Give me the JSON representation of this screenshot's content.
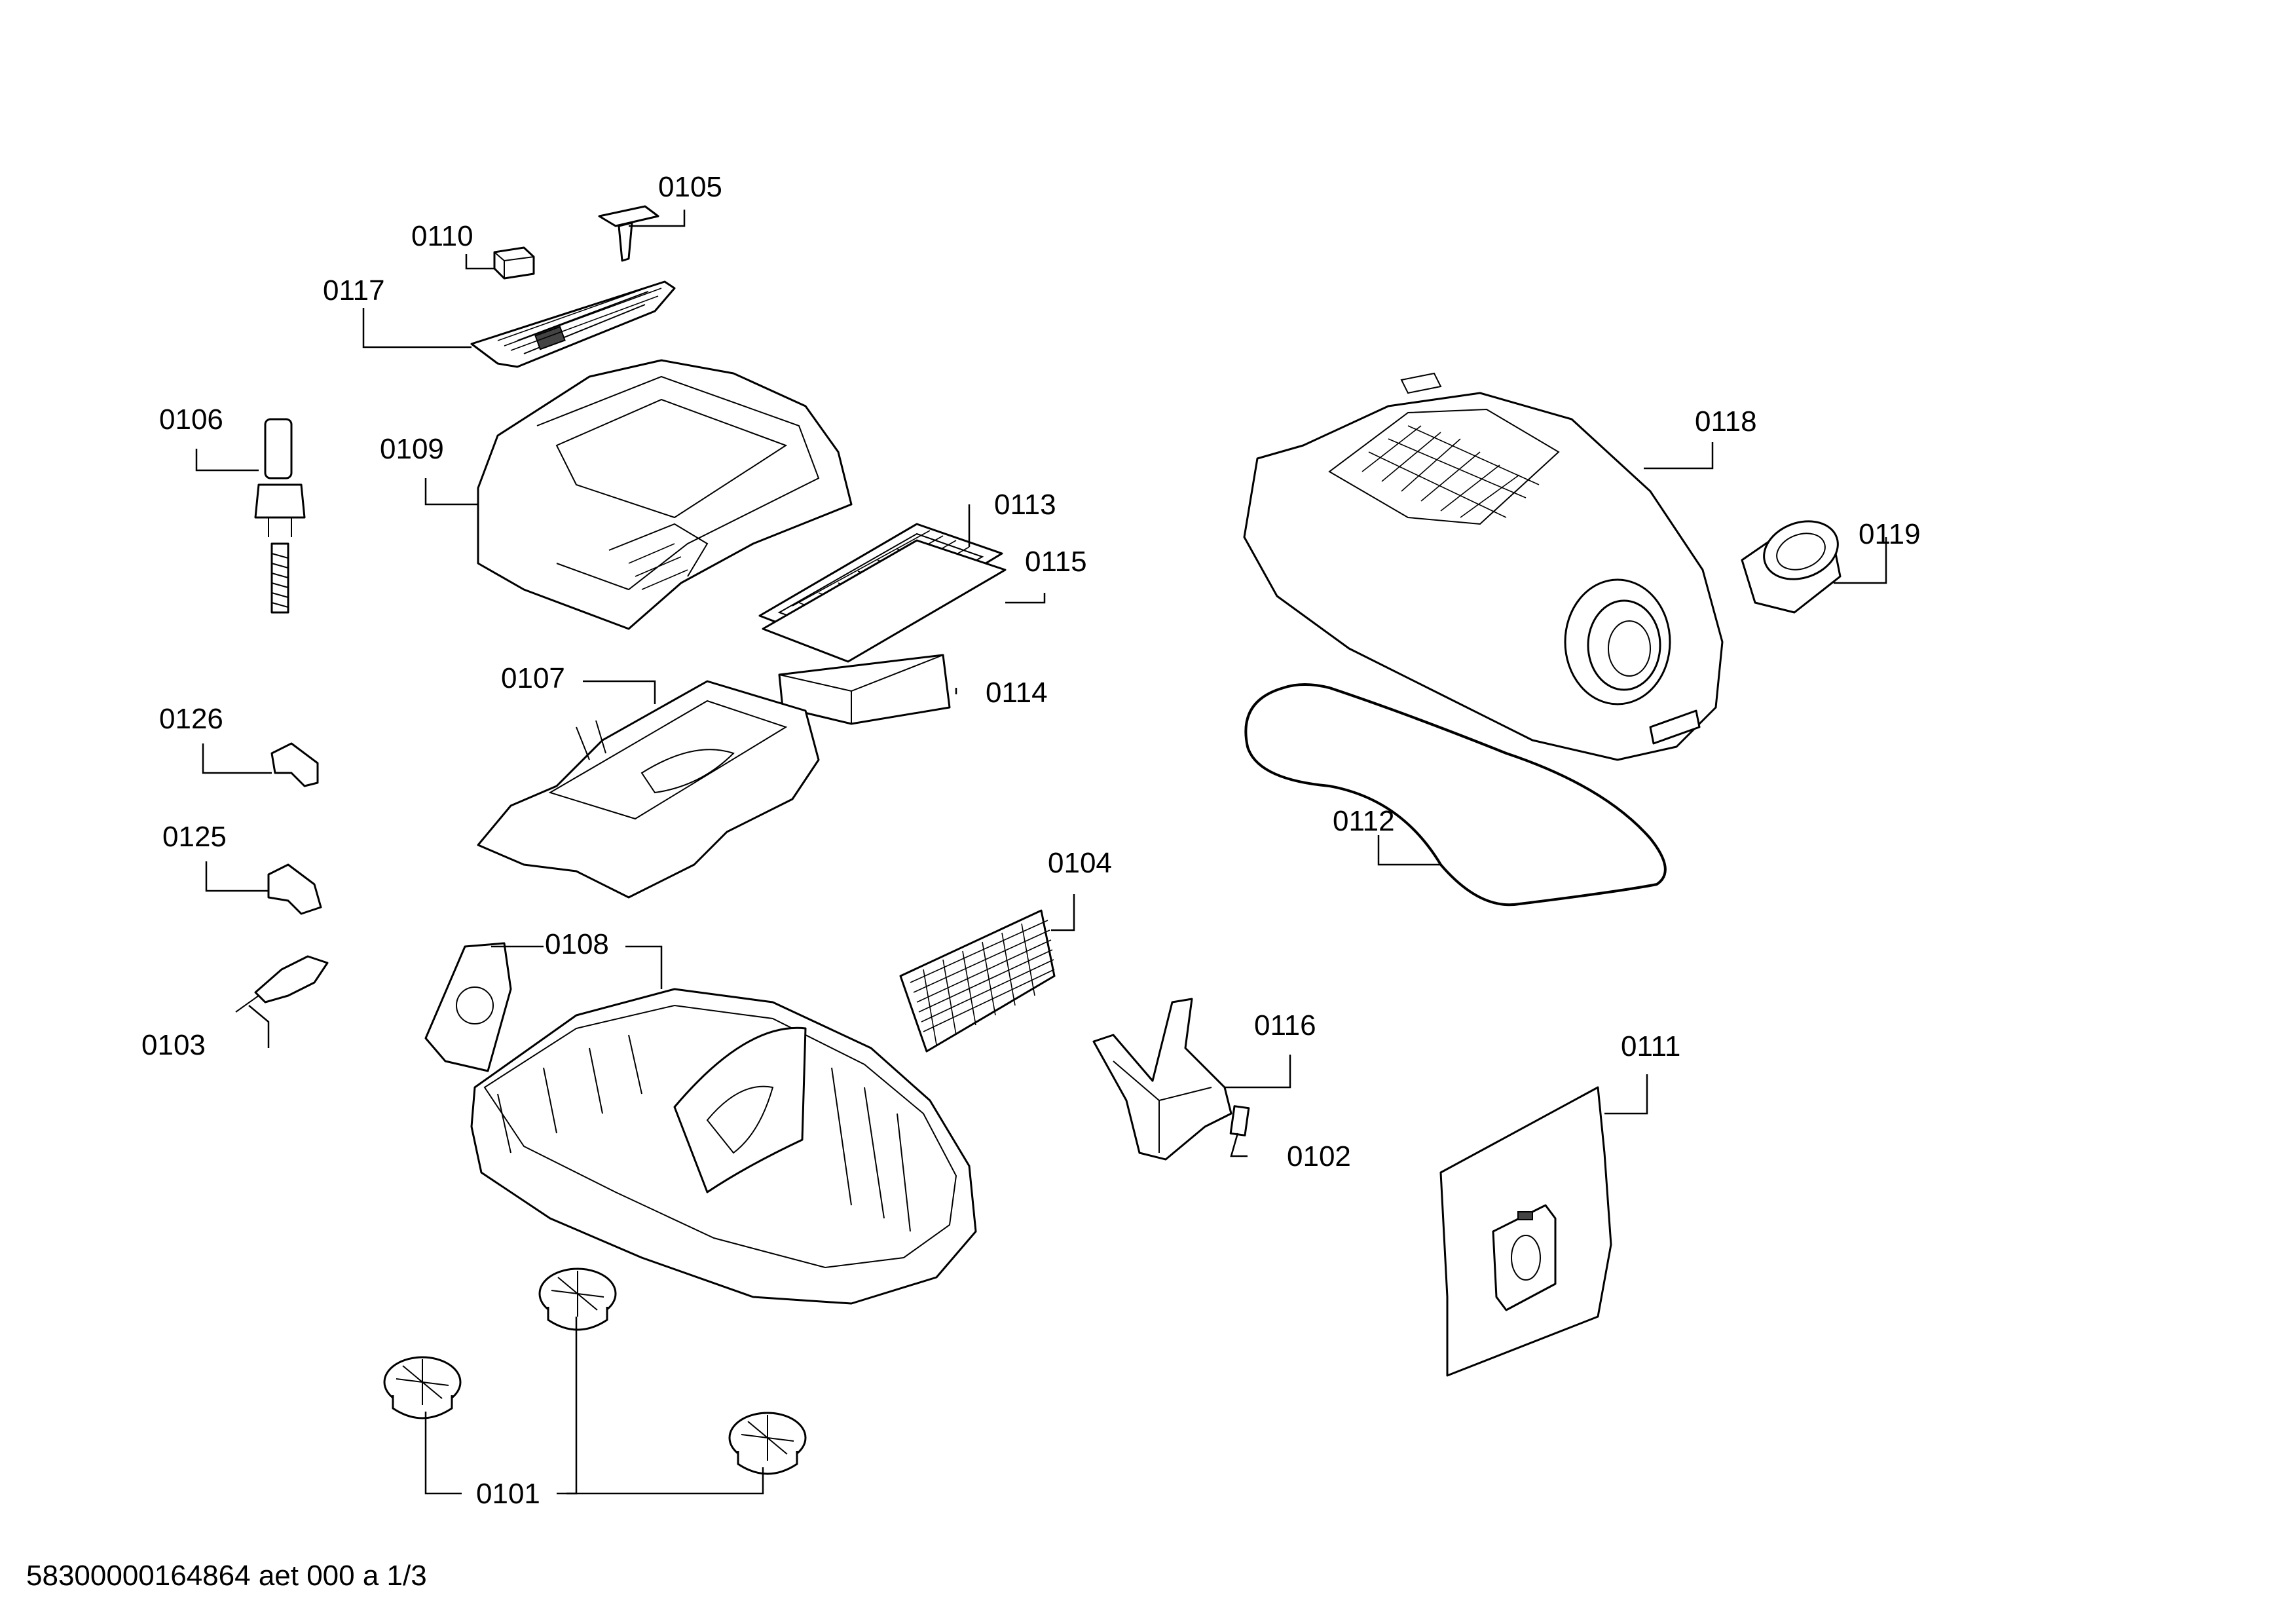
{
  "labels": {
    "p0101": "0101",
    "p0102": "0102",
    "p0103": "0103",
    "p0104": "0104",
    "p0105": "0105",
    "p0106": "0106",
    "p0107": "0107",
    "p0108": "0108",
    "p0109": "0109",
    "p0110": "0110",
    "p0111": "0111",
    "p0112": "0112",
    "p0113": "0113",
    "p0114": "0114",
    "p0115": "0115",
    "p0116": "0116",
    "p0117": "0117",
    "p0118": "0118",
    "p0119": "0119",
    "p0125": "0125",
    "p0126": "0126"
  },
  "footer": "58300000164864 aet 000 a 1/3"
}
